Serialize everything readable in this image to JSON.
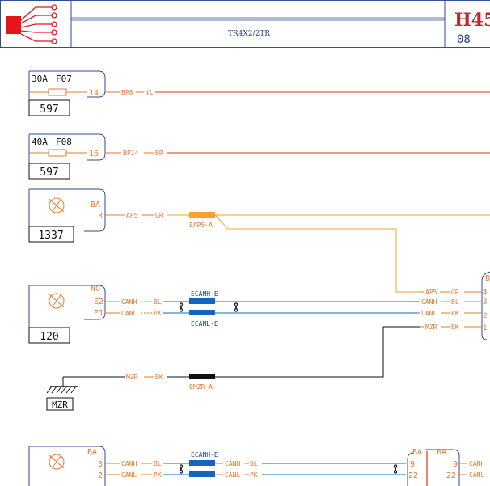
{
  "header": {
    "doc_code": "TR4X2/2TR",
    "sheet_id": "H45",
    "sheet_num": "08"
  },
  "components": {
    "fuse_f07": {
      "rating": "30A",
      "ref": "F07",
      "pin": "14",
      "id": "597"
    },
    "fuse_f08": {
      "rating": "40A",
      "ref": "F08",
      "pin": "16",
      "id": "597"
    },
    "module_1337": {
      "connector": "BA",
      "pin": "3",
      "id": "1337"
    },
    "module_120": {
      "connector": "NO",
      "pins": [
        "E2",
        "E1"
      ],
      "id": "120"
    },
    "ground": {
      "id": "MZR"
    },
    "module_bottom": {
      "connector": "BA",
      "pins": [
        "3",
        "2"
      ]
    }
  },
  "wires": {
    "bp8": {
      "name": "BP8",
      "color": "YL"
    },
    "bp14": {
      "name": "BP14",
      "color": "BR"
    },
    "ap5": {
      "name": "AP5",
      "color": "GR",
      "splice": "EAP5-A"
    },
    "canh": {
      "name": "CANH",
      "color": "BL",
      "splice": "ECANH-E"
    },
    "canl": {
      "name": "CANL",
      "color": "PK",
      "splice": "ECANL-E"
    },
    "mzr": {
      "name": "MZR",
      "color": "BK",
      "splice": "EMZR-A"
    }
  },
  "right_connector": {
    "partial_label": "B",
    "pins": [
      "4",
      "3",
      "2",
      "1"
    ],
    "wires": [
      {
        "name": "AP5",
        "color": "GR"
      },
      {
        "name": "CANH",
        "color": "BL"
      },
      {
        "name": "CANL",
        "color": "PK"
      },
      {
        "name": "MZR",
        "color": "BK"
      }
    ]
  },
  "bottom_connector": {
    "labels": [
      "BA",
      "BA"
    ],
    "pins_left": [
      "9",
      "22"
    ],
    "pins_right": [
      "9",
      "22"
    ],
    "wire_partial": [
      "CANH",
      "CANL"
    ]
  },
  "colors": {
    "pin_orange": "#e97a2c",
    "wire_red": "#e0301e",
    "wire_orange": "#f5a32a",
    "wire_blue": "#1565c0",
    "wire_black": "#111111",
    "text_blue": "#1d3f86",
    "border_blue": "#2d4e95",
    "logo_red": "#e8141c"
  }
}
